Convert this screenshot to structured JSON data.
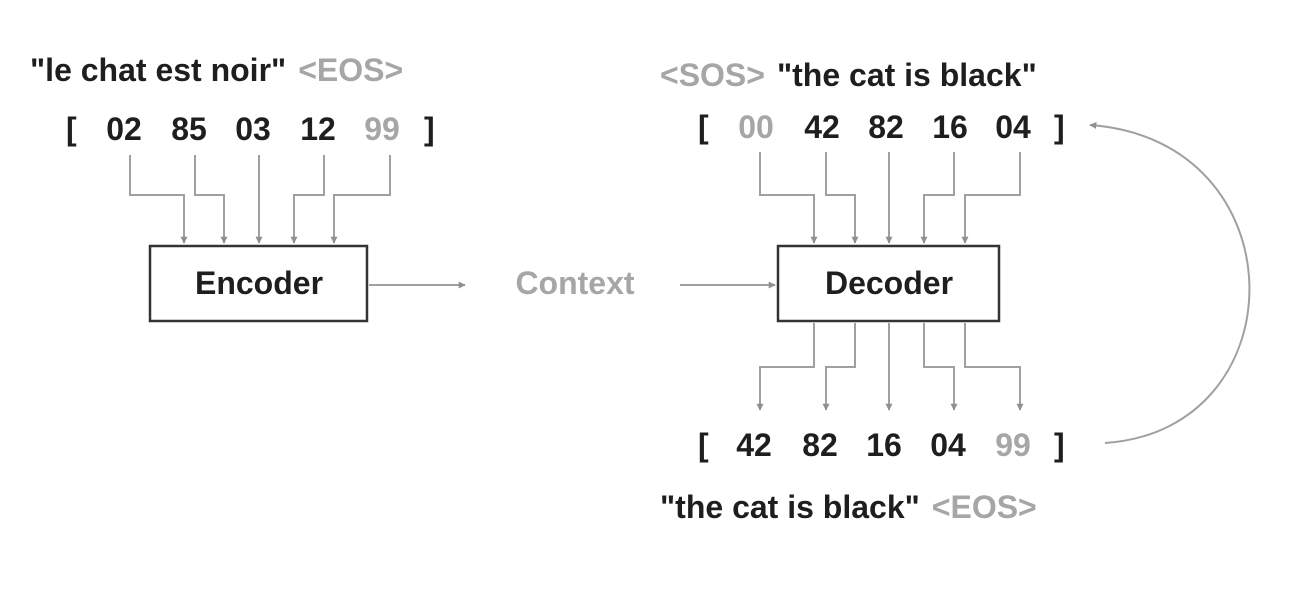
{
  "encoder": {
    "sentence": "\"le chat est noir\"",
    "eos": "<EOS>",
    "tokens": [
      "02",
      "85",
      "03",
      "12",
      "99"
    ],
    "label": "Encoder"
  },
  "context": {
    "label": "Context"
  },
  "decoder": {
    "sos": "<SOS>",
    "input_sentence": "\"the cat is black\"",
    "input_tokens": [
      "00",
      "42",
      "82",
      "16",
      "04"
    ],
    "label": "Decoder",
    "output_tokens": [
      "42",
      "82",
      "16",
      "04",
      "99"
    ],
    "output_sentence": "\"the cat is black\"",
    "eos": "<EOS>"
  },
  "brackets": {
    "open": "[",
    "close": "]"
  },
  "colors": {
    "text": "#1e1e1e",
    "special_token": "#a6a6a6",
    "wire": "#a0a0a0",
    "box_border": "#333333"
  }
}
